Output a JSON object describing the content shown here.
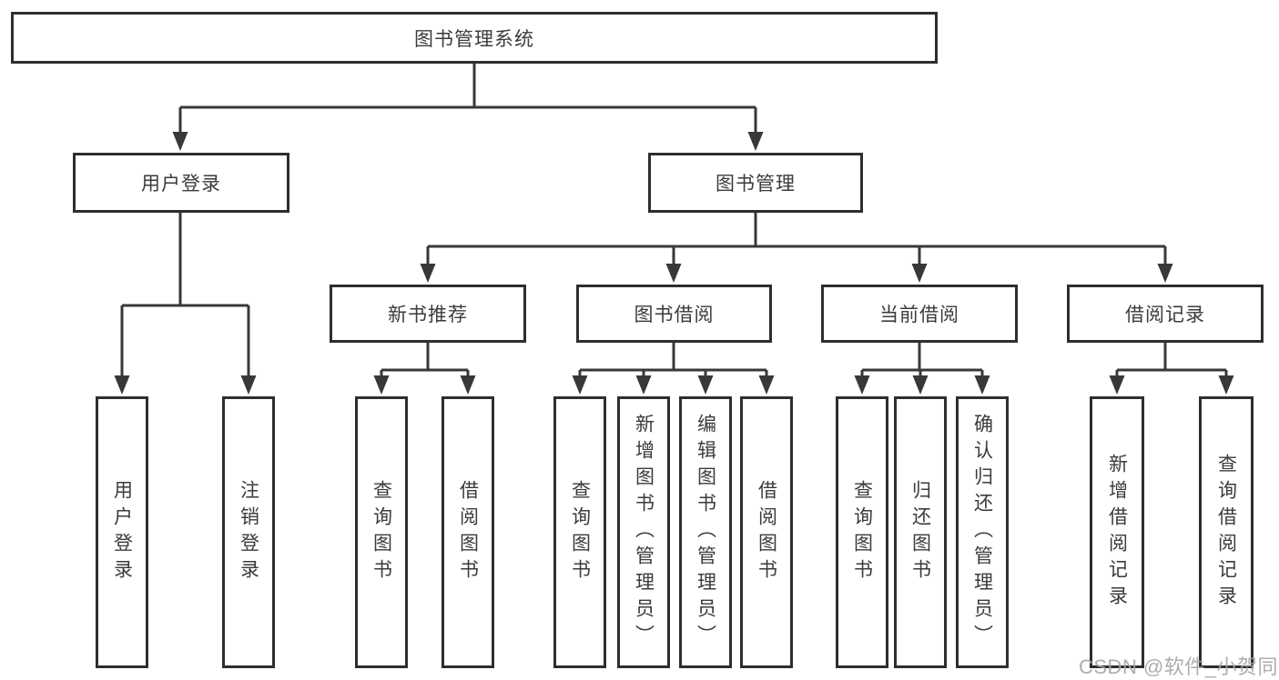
{
  "diagram_title": "图书管理系统",
  "tree": {
    "label": "图书管理系统",
    "children": [
      {
        "label": "用户登录",
        "children": [
          {
            "label": "用户登录"
          },
          {
            "label": "注销登录"
          }
        ]
      },
      {
        "label": "图书管理",
        "children": [
          {
            "label": "新书推荐",
            "children": [
              {
                "label": "查询图书"
              },
              {
                "label": "借阅图书"
              }
            ]
          },
          {
            "label": "图书借阅",
            "children": [
              {
                "label": "查询图书"
              },
              {
                "label": "新增图书（管理员）"
              },
              {
                "label": "编辑图书（管理员）"
              },
              {
                "label": "借阅图书"
              }
            ]
          },
          {
            "label": "当前借阅",
            "children": [
              {
                "label": "查询图书"
              },
              {
                "label": "归还图书"
              },
              {
                "label": "确认归还（管理员）"
              }
            ]
          },
          {
            "label": "借阅记录",
            "children": [
              {
                "label": "新增借阅记录"
              },
              {
                "label": "查询借阅记录"
              }
            ]
          }
        ]
      }
    ]
  },
  "watermark": {
    "text": "CSDN @软件_小贺同学",
    "color": "#a6a6a6"
  },
  "colors": {
    "background": "#ffffff",
    "box_border": "#2e2e2e",
    "connector_line": "#383838",
    "text": "#3b3b3b"
  }
}
